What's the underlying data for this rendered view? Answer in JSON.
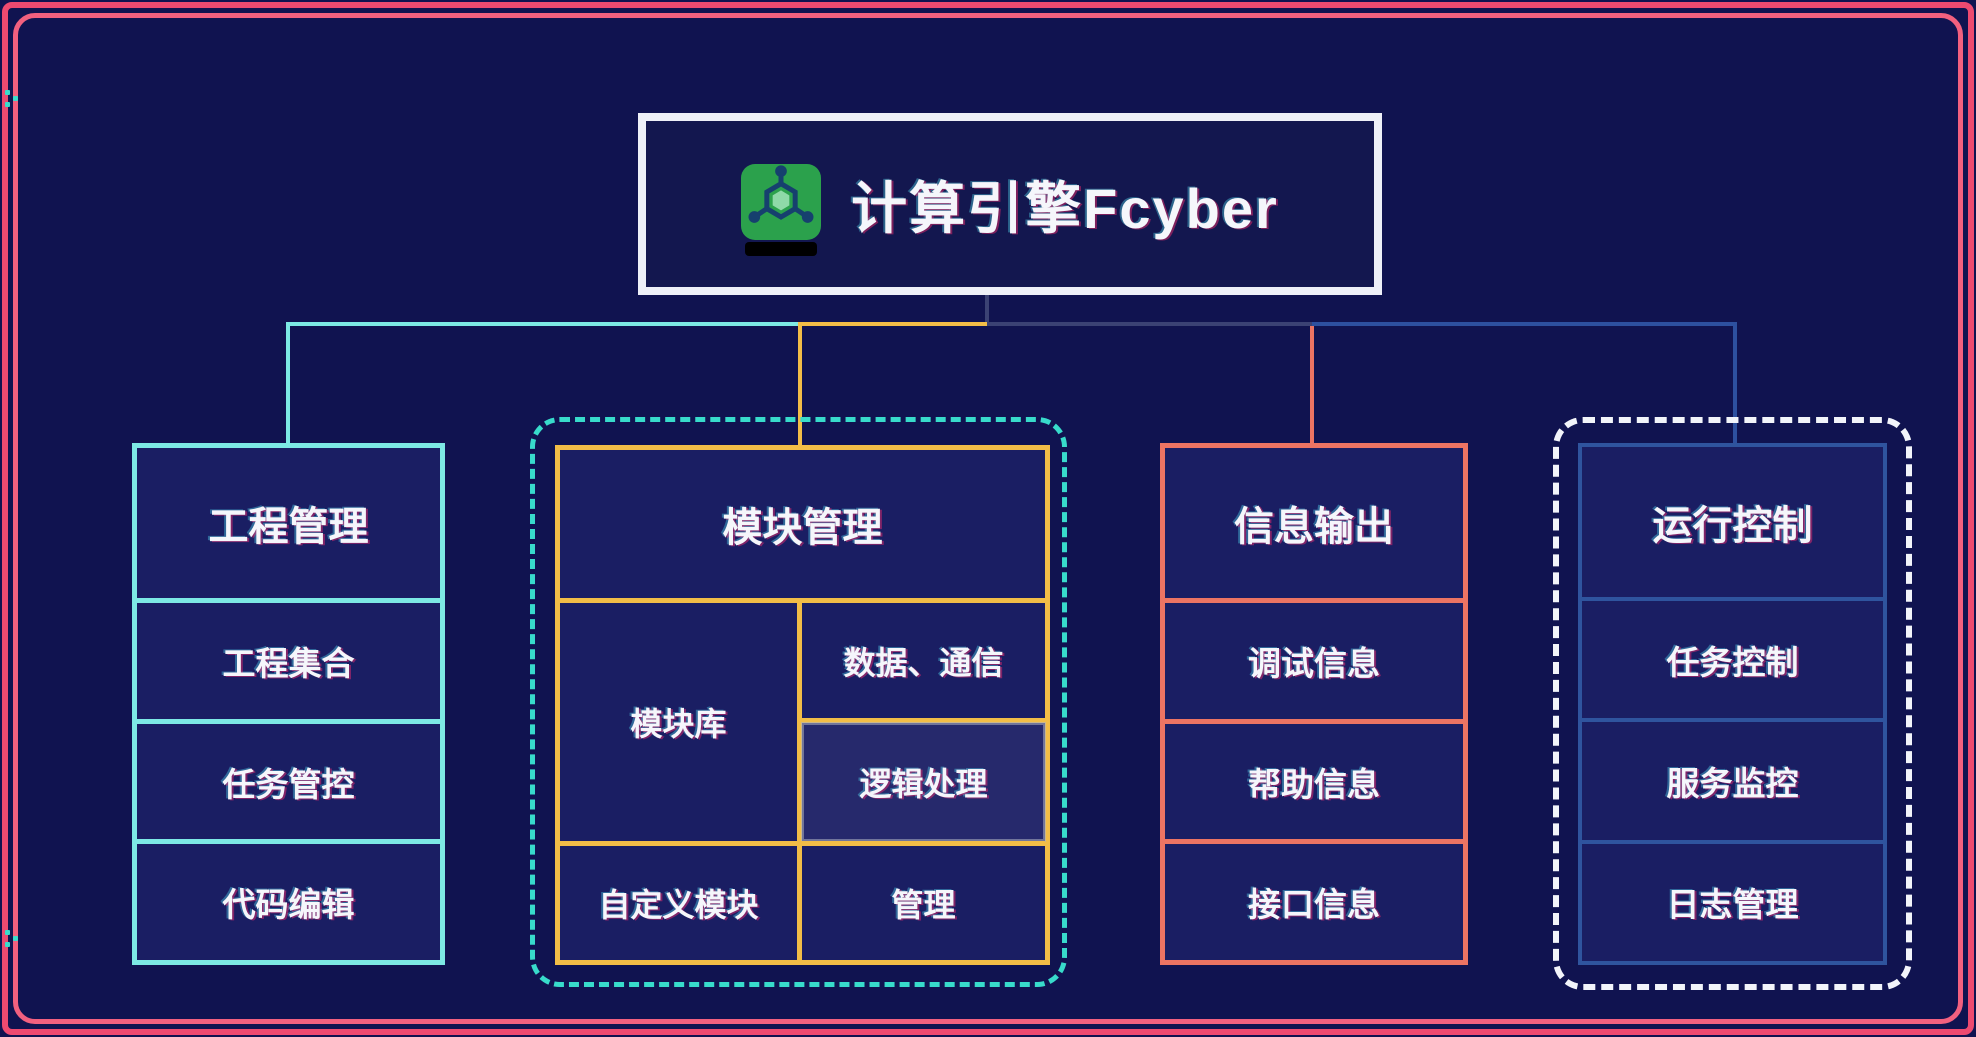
{
  "title": {
    "text": "计算引擎Fcyber",
    "icon": "molecule-icon"
  },
  "columns": [
    {
      "id": "project",
      "header": "工程管理",
      "accent": "#7de9e5",
      "items": [
        "工程集合",
        "任务管控",
        "代码编辑"
      ]
    },
    {
      "id": "module",
      "header": "模块管理",
      "accent": "#f2bd47",
      "outer_dashed_color": "#38dbcb",
      "cells": {
        "library": "模块库",
        "data_comm": "数据、通信",
        "logic": "逻辑处理",
        "custom": "自定义模块",
        "manage": "管理"
      }
    },
    {
      "id": "info",
      "header": "信息输出",
      "accent": "#ec7463",
      "items": [
        "调试信息",
        "帮助信息",
        "接口信息"
      ]
    },
    {
      "id": "run",
      "header": "运行控制",
      "accent": "#2f549e",
      "outer_dashed_color": "#f2f4fa",
      "items": [
        "任务控制",
        "服务监控",
        "日志管理"
      ]
    }
  ],
  "colors": {
    "background": "#101350",
    "box_fill": "#1a1e63",
    "frame_pink": "#ee4a70",
    "title_border": "#eef0f8",
    "icon_green": "#2ba14c",
    "connector_dark": "#3b4274",
    "connector_steel": "#2d509f",
    "corner_dot_cyan": "#3bdccb"
  }
}
